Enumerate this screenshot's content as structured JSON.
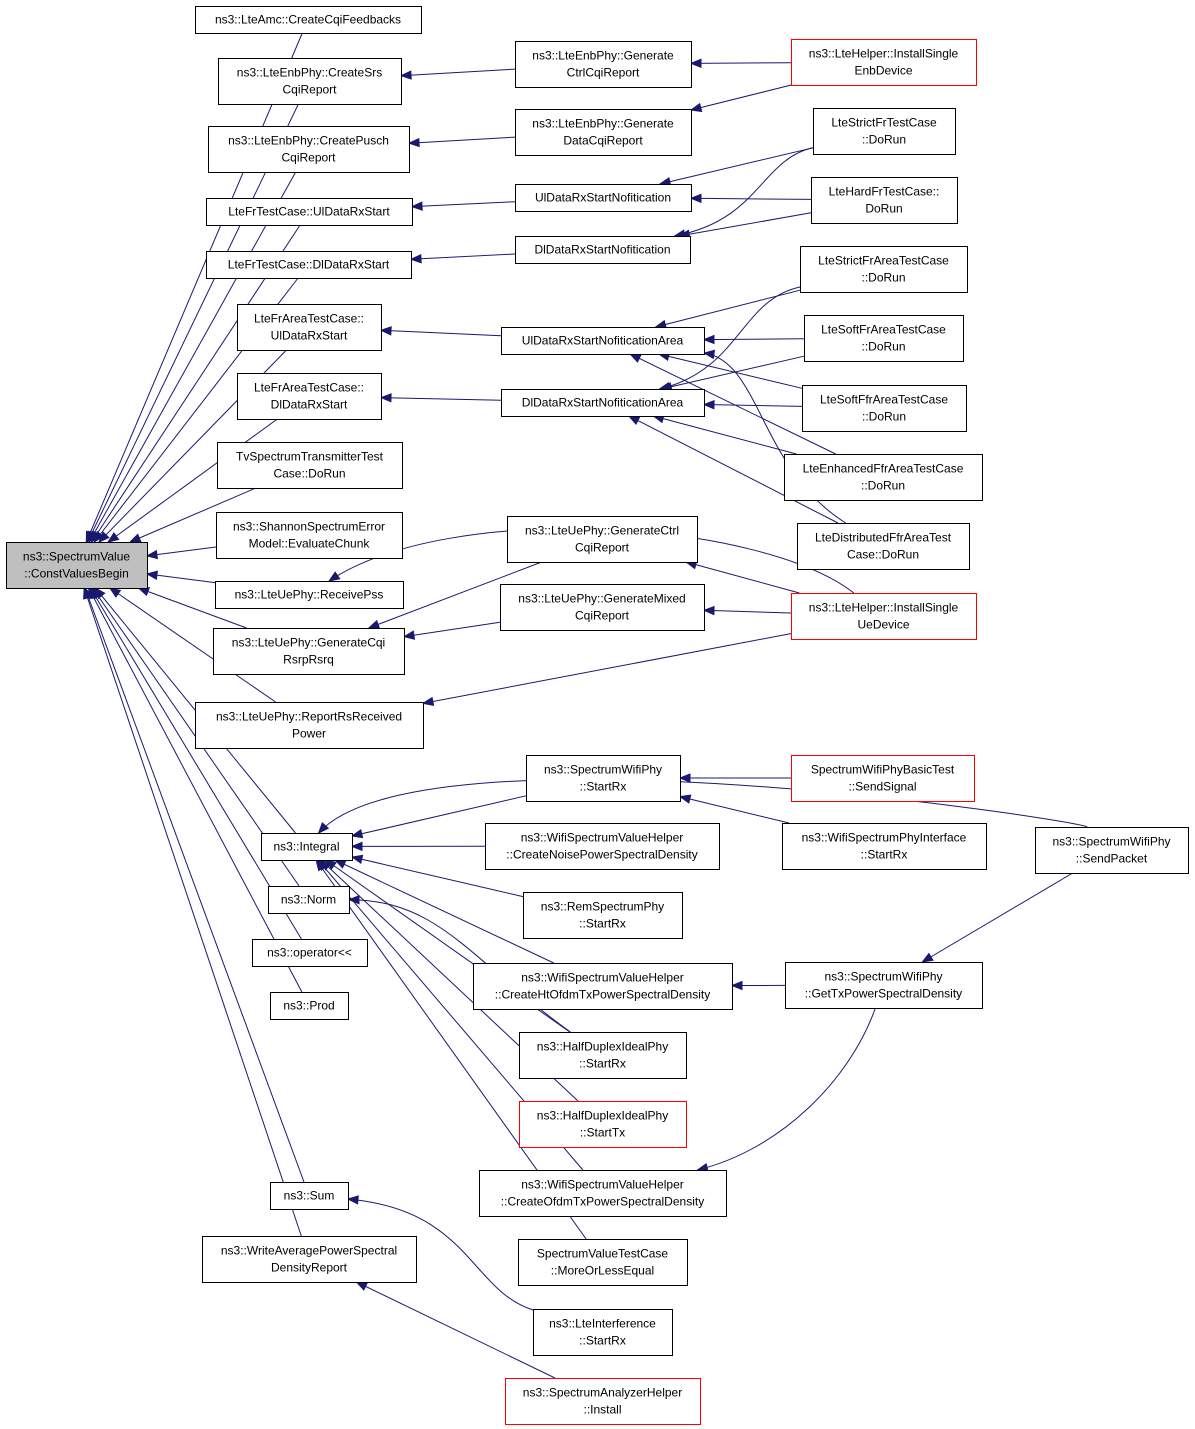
{
  "colors": {
    "edge": "#191970",
    "border": "#000000",
    "highlight_border": "#ff0000",
    "root_fill": "#bfbfbf"
  },
  "nodes": [
    {
      "id": "root",
      "lines": [
        "ns3::SpectrumValue",
        "::ConstValuesBegin"
      ],
      "style": "root"
    },
    {
      "id": "lteamc",
      "lines": [
        "ns3::LteAmc::CreateCqiFeedbacks"
      ]
    },
    {
      "id": "enbsrs",
      "lines": [
        "ns3::LteEnbPhy::CreateSrs",
        "CqiReport"
      ]
    },
    {
      "id": "enbpusch",
      "lines": [
        "ns3::LteEnbPhy::CreatePusch",
        "CqiReport"
      ]
    },
    {
      "id": "frul",
      "lines": [
        "LteFrTestCase::UlDataRxStart"
      ]
    },
    {
      "id": "frdl",
      "lines": [
        "LteFrTestCase::DlDataRxStart"
      ]
    },
    {
      "id": "frareaul",
      "lines": [
        "LteFrAreaTestCase::",
        "UlDataRxStart"
      ]
    },
    {
      "id": "frareadl",
      "lines": [
        "LteFrAreaTestCase::",
        "DlDataRxStart"
      ]
    },
    {
      "id": "tvspec",
      "lines": [
        "TvSpectrumTransmitterTest",
        "Case::DoRun"
      ]
    },
    {
      "id": "shannon",
      "lines": [
        "ns3::ShannonSpectrumError",
        "Model::EvaluateChunk"
      ]
    },
    {
      "id": "recvpss",
      "lines": [
        "ns3::LteUePhy::ReceivePss"
      ]
    },
    {
      "id": "gencqirsrp",
      "lines": [
        "ns3::LteUePhy::GenerateCqi",
        "RsrpRsrq"
      ]
    },
    {
      "id": "reportrs",
      "lines": [
        "ns3::LteUePhy::ReportRsReceived",
        "Power"
      ]
    },
    {
      "id": "integral",
      "lines": [
        "ns3::Integral"
      ]
    },
    {
      "id": "norm",
      "lines": [
        "ns3::Norm"
      ]
    },
    {
      "id": "oplsh",
      "lines": [
        "ns3::operator<<"
      ]
    },
    {
      "id": "prod",
      "lines": [
        "ns3::Prod"
      ]
    },
    {
      "id": "sum",
      "lines": [
        "ns3::Sum"
      ]
    },
    {
      "id": "writeavg",
      "lines": [
        "ns3::WriteAveragePowerSpectral",
        "DensityReport"
      ]
    },
    {
      "id": "genctrl",
      "lines": [
        "ns3::LteEnbPhy::Generate",
        "CtrlCqiReport"
      ]
    },
    {
      "id": "gendata",
      "lines": [
        "ns3::LteEnbPhy::Generate",
        "DataCqiReport"
      ]
    },
    {
      "id": "ulnotif",
      "lines": [
        "UlDataRxStartNofitication"
      ]
    },
    {
      "id": "dlnotif",
      "lines": [
        "DlDataRxStartNofitication"
      ]
    },
    {
      "id": "ulnotifarea",
      "lines": [
        "UlDataRxStartNofiticationArea"
      ]
    },
    {
      "id": "dlnotifarea",
      "lines": [
        "DlDataRxStartNofiticationArea"
      ]
    },
    {
      "id": "uegenctrl",
      "lines": [
        "ns3::LteUePhy::GenerateCtrl",
        "CqiReport"
      ]
    },
    {
      "id": "uegenmixed",
      "lines": [
        "ns3::LteUePhy::GenerateMixed",
        "CqiReport"
      ]
    },
    {
      "id": "wifistartrx",
      "lines": [
        "ns3::SpectrumWifiPhy",
        "::StartRx"
      ]
    },
    {
      "id": "wifinoise",
      "lines": [
        "ns3::WifiSpectrumValueHelper",
        "::CreateNoisePowerSpectralDensity"
      ]
    },
    {
      "id": "remstartrx",
      "lines": [
        "ns3::RemSpectrumPhy",
        "::StartRx"
      ]
    },
    {
      "id": "wifiht",
      "lines": [
        "ns3::WifiSpectrumValueHelper",
        "::CreateHtOfdmTxPowerSpectralDensity"
      ]
    },
    {
      "id": "hdrx",
      "lines": [
        "ns3::HalfDuplexIdealPhy",
        "::StartRx"
      ]
    },
    {
      "id": "hdtx",
      "lines": [
        "ns3::HalfDuplexIdealPhy",
        "::StartTx"
      ],
      "style": "red"
    },
    {
      "id": "wifiofdm",
      "lines": [
        "ns3::WifiSpectrumValueHelper",
        "::CreateOfdmTxPowerSpectralDensity"
      ]
    },
    {
      "id": "svtest",
      "lines": [
        "SpectrumValueTestCase",
        "::MoreOrLessEqual"
      ]
    },
    {
      "id": "lteintf",
      "lines": [
        "ns3::LteInterference",
        "::StartRx"
      ]
    },
    {
      "id": "analyzer",
      "lines": [
        "ns3::SpectrumAnalyzerHelper",
        "::Install"
      ],
      "style": "red"
    },
    {
      "id": "helperenb",
      "lines": [
        "ns3::LteHelper::InstallSingle",
        "EnbDevice"
      ],
      "style": "red"
    },
    {
      "id": "strictfr",
      "lines": [
        "LteStrictFrTestCase",
        "::DoRun"
      ]
    },
    {
      "id": "hardfr",
      "lines": [
        "LteHardFrTestCase::",
        "DoRun"
      ]
    },
    {
      "id": "strictfrarea",
      "lines": [
        "LteStrictFrAreaTestCase",
        "::DoRun"
      ]
    },
    {
      "id": "softfrarea",
      "lines": [
        "LteSoftFrAreaTestCase",
        "::DoRun"
      ]
    },
    {
      "id": "softffrarea",
      "lines": [
        "LteSoftFfrAreaTestCase",
        "::DoRun"
      ]
    },
    {
      "id": "enhancedffr",
      "lines": [
        "LteEnhancedFfrAreaTestCase",
        "::DoRun"
      ]
    },
    {
      "id": "distributedffr",
      "lines": [
        "LteDistributedFfrAreaTest",
        "Case::DoRun"
      ]
    },
    {
      "id": "helperue",
      "lines": [
        "ns3::LteHelper::InstallSingle",
        "UeDevice"
      ],
      "style": "red"
    },
    {
      "id": "wifibasictest",
      "lines": [
        "SpectrumWifiPhyBasicTest",
        "::SendSignal"
      ],
      "style": "red"
    },
    {
      "id": "wifiiface",
      "lines": [
        "ns3::WifiSpectrumPhyInterface",
        "::StartRx"
      ]
    },
    {
      "id": "wifigettx",
      "lines": [
        "ns3::SpectrumWifiPhy",
        "::GetTxPowerSpectralDensity"
      ]
    },
    {
      "id": "wifisendpkt",
      "lines": [
        "ns3::SpectrumWifiPhy",
        "::SendPacket"
      ]
    }
  ],
  "edges": [
    [
      "lteamc",
      "root"
    ],
    [
      "enbsrs",
      "root"
    ],
    [
      "enbpusch",
      "root"
    ],
    [
      "frul",
      "root"
    ],
    [
      "frdl",
      "root"
    ],
    [
      "frareaul",
      "root"
    ],
    [
      "frareadl",
      "root"
    ],
    [
      "tvspec",
      "root"
    ],
    [
      "shannon",
      "root"
    ],
    [
      "recvpss",
      "root"
    ],
    [
      "gencqirsrp",
      "root"
    ],
    [
      "reportrs",
      "root"
    ],
    [
      "integral",
      "root"
    ],
    [
      "norm",
      "root"
    ],
    [
      "oplsh",
      "root"
    ],
    [
      "prod",
      "root"
    ],
    [
      "sum",
      "root"
    ],
    [
      "writeavg",
      "root"
    ],
    [
      "genctrl",
      "enbsrs"
    ],
    [
      "helperenb",
      "genctrl"
    ],
    [
      "gendata",
      "enbpusch"
    ],
    [
      "helperenb",
      "gendata"
    ],
    [
      "ulnotif",
      "frul"
    ],
    [
      "strictfr",
      "ulnotif"
    ],
    [
      "hardfr",
      "ulnotif"
    ],
    [
      "dlnotif",
      "frdl"
    ],
    [
      "strictfr",
      "dlnotif"
    ],
    [
      "hardfr",
      "dlnotif"
    ],
    [
      "ulnotifarea",
      "frareaul"
    ],
    [
      "dlnotifarea",
      "frareadl"
    ],
    [
      "strictfrarea",
      "ulnotifarea"
    ],
    [
      "softfrarea",
      "ulnotifarea"
    ],
    [
      "softffrarea",
      "ulnotifarea"
    ],
    [
      "enhancedffr",
      "ulnotifarea"
    ],
    [
      "distributedffr",
      "ulnotifarea"
    ],
    [
      "strictfrarea",
      "dlnotifarea"
    ],
    [
      "softfrarea",
      "dlnotifarea"
    ],
    [
      "softffrarea",
      "dlnotifarea"
    ],
    [
      "enhancedffr",
      "dlnotifarea"
    ],
    [
      "distributedffr",
      "dlnotifarea"
    ],
    [
      "helperue",
      "recvpss"
    ],
    [
      "uegenctrl",
      "gencqirsrp"
    ],
    [
      "uegenmixed",
      "gencqirsrp"
    ],
    [
      "helperue",
      "uegenctrl"
    ],
    [
      "helperue",
      "uegenmixed"
    ],
    [
      "helperue",
      "reportrs"
    ],
    [
      "wifistartrx",
      "integral"
    ],
    [
      "wifinoise",
      "integral"
    ],
    [
      "remstartrx",
      "integral"
    ],
    [
      "wifiht",
      "integral"
    ],
    [
      "hdrx",
      "integral"
    ],
    [
      "hdtx",
      "integral"
    ],
    [
      "wifiofdm",
      "integral"
    ],
    [
      "svtest",
      "integral"
    ],
    [
      "wifisendpkt",
      "integral"
    ],
    [
      "wifibasictest",
      "wifistartrx"
    ],
    [
      "wifiiface",
      "wifistartrx"
    ],
    [
      "wifigettx",
      "wifiht"
    ],
    [
      "wifigettx",
      "wifiofdm"
    ],
    [
      "wifisendpkt",
      "wifigettx"
    ],
    [
      "hdrx",
      "norm"
    ],
    [
      "lteintf",
      "sum"
    ],
    [
      "analyzer",
      "writeavg"
    ]
  ]
}
